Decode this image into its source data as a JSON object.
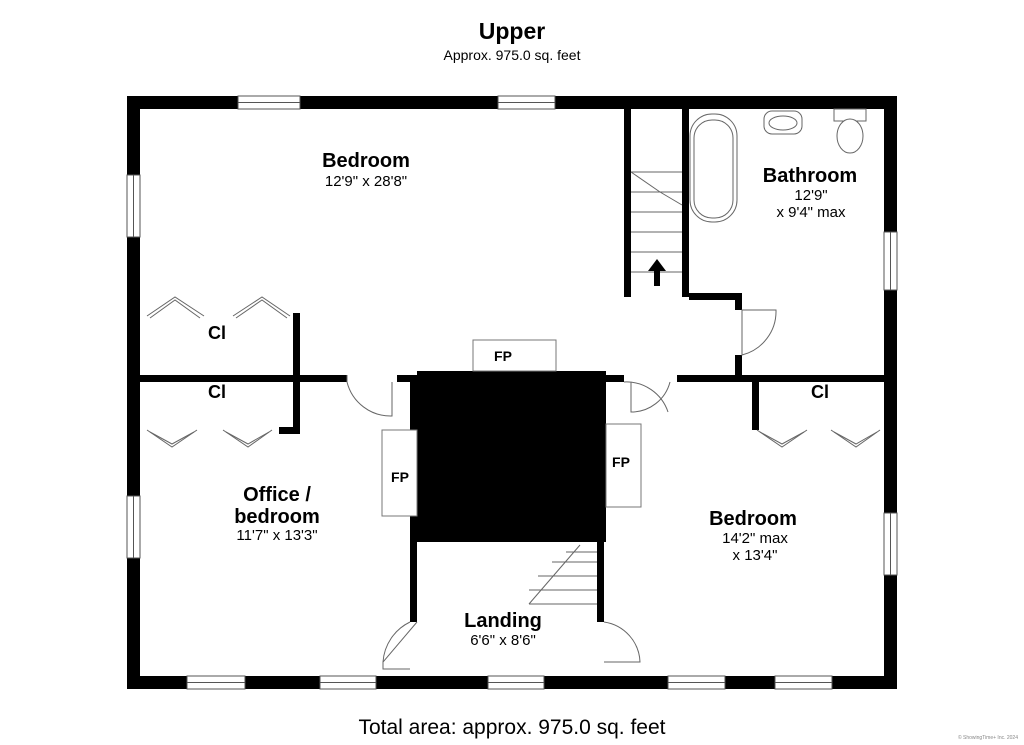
{
  "header": {
    "title": "Upper",
    "subtitle": "Approx. 975.0 sq. feet"
  },
  "footer": {
    "total_area": "Total area: approx. 975.0 sq. feet",
    "credit": "© ShowingTime+ Inc. 2024"
  },
  "rooms": {
    "bedroom_top": {
      "name": "Bedroom",
      "dims": "12'9\" x 28'8\""
    },
    "bathroom": {
      "name": "Bathroom",
      "dims_line1": "12'9\"",
      "dims_line2": "x 9'4\" max"
    },
    "office": {
      "name_line1": "Office /",
      "name_line2": "bedroom",
      "dims": "11'7\" x 13'3\""
    },
    "bedroom_right": {
      "name": "Bedroom",
      "dims_line1": "14'2\" max",
      "dims_line2": "x 13'4\""
    },
    "landing": {
      "name": "Landing",
      "dims": "6'6\" x 8'6\""
    }
  },
  "labels": {
    "closet": "Cl",
    "fireplace": "FP"
  },
  "colors": {
    "wall": "#000000",
    "background": "#ffffff",
    "fixture_stroke": "#555555"
  }
}
